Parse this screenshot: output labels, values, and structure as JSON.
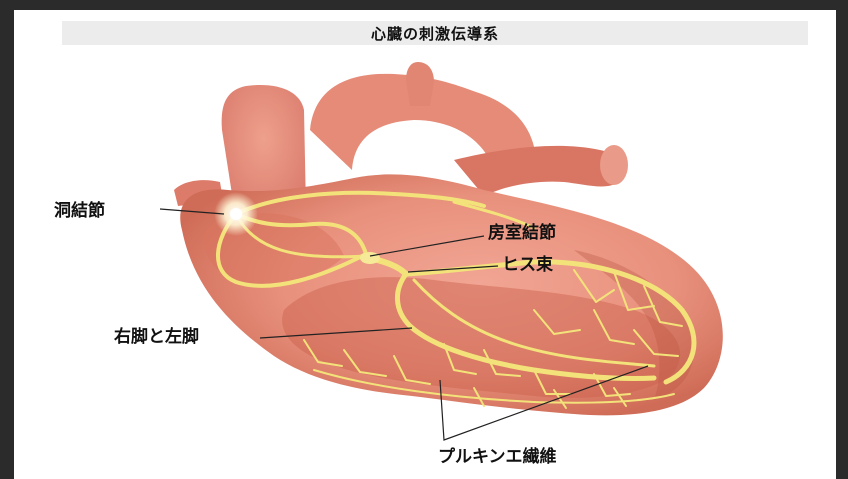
{
  "title": "心臓の刺激伝導系",
  "labels": {
    "sa_node": "洞結節",
    "av_node": "房室結節",
    "his_bundle": "ヒス束",
    "bundle_branches": "右脚と左脚",
    "purkinje": "プルキンエ繊維"
  },
  "colors": {
    "heart_light": "#e8917d",
    "heart_dark": "#c9604c",
    "conduction": "#f3e27a",
    "title_bg": "#ececec"
  }
}
